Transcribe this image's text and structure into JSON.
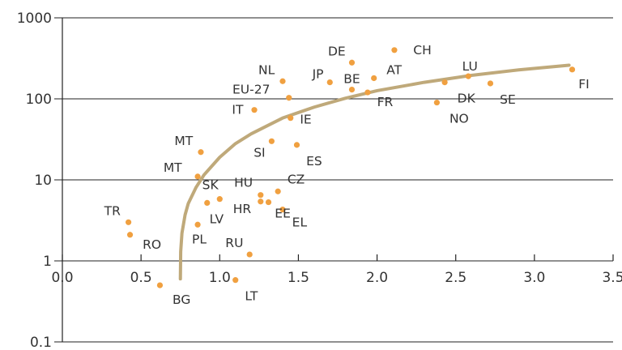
{
  "chart_data": {
    "type": "scatter",
    "title": "",
    "xlabel": "",
    "ylabel": "",
    "y_scale": "log",
    "xlim": [
      0,
      3.5
    ],
    "ylim": [
      0.1,
      1000
    ],
    "x_ticks": [
      {
        "value": 0,
        "label": "0.0"
      },
      {
        "value": 0.5,
        "label": "0.5"
      },
      {
        "value": 1,
        "label": "1.0"
      },
      {
        "value": 1.5,
        "label": "1.5"
      },
      {
        "value": 2,
        "label": "2.0"
      },
      {
        "value": 2.5,
        "label": "2.5"
      },
      {
        "value": 3,
        "label": "3.0"
      },
      {
        "value": 3.5,
        "label": "3.5"
      }
    ],
    "y_ticks": [
      {
        "value": 0.1,
        "label": "0.1"
      },
      {
        "value": 1,
        "label": "1"
      },
      {
        "value": 10,
        "label": "10"
      },
      {
        "value": 100,
        "label": "100"
      },
      {
        "value": 1000,
        "label": "1000"
      }
    ],
    "grid": "horizontal",
    "colors": {
      "points": "#f0a040",
      "trend": "#bfa97a",
      "axis": "#222222",
      "text": "#333333"
    },
    "points": [
      {
        "label": "CH",
        "x": 2.11,
        "y": 400,
        "lx": 0.12,
        "ly": 0.0
      },
      {
        "label": "DE",
        "x": 1.84,
        "y": 280,
        "lx": -0.04,
        "ly": 0.14
      },
      {
        "label": "AT",
        "x": 1.98,
        "y": 180,
        "lx": 0.08,
        "ly": 0.1
      },
      {
        "label": "NL",
        "x": 1.4,
        "y": 165,
        "lx": -0.05,
        "ly": 0.14
      },
      {
        "label": "JP",
        "x": 1.7,
        "y": 160,
        "lx": -0.04,
        "ly": 0.1
      },
      {
        "label": "BE",
        "x": 1.84,
        "y": 130,
        "lx": 0.0,
        "ly": 0.13
      },
      {
        "label": "EU-27",
        "x": 1.44,
        "y": 103,
        "lx": -0.12,
        "ly": 0.1
      },
      {
        "label": "FR",
        "x": 1.94,
        "y": 120,
        "lx": 0.06,
        "ly": -0.12
      },
      {
        "label": "IT",
        "x": 1.22,
        "y": 73,
        "lx": -0.07,
        "ly": 0.0
      },
      {
        "label": "IE",
        "x": 1.45,
        "y": 58,
        "lx": 0.06,
        "ly": -0.02
      },
      {
        "label": "LU",
        "x": 2.58,
        "y": 190,
        "lx": 0.01,
        "ly": 0.12
      },
      {
        "label": "DK",
        "x": 2.43,
        "y": 160,
        "lx": 0.08,
        "ly": -0.2
      },
      {
        "label": "SE",
        "x": 2.72,
        "y": 155,
        "lx": 0.06,
        "ly": -0.2
      },
      {
        "label": "NO",
        "x": 2.38,
        "y": 90,
        "lx": 0.08,
        "ly": -0.2
      },
      {
        "label": "FI",
        "x": 3.24,
        "y": 230,
        "lx": 0.04,
        "ly": -0.18
      },
      {
        "label": "MT",
        "x": 0.88,
        "y": 22,
        "lx": -0.05,
        "ly": 0.14
      },
      {
        "label": "SI",
        "x": 1.33,
        "y": 30,
        "lx": -0.04,
        "ly": -0.14
      },
      {
        "label": "ES",
        "x": 1.49,
        "y": 27,
        "lx": 0.06,
        "ly": -0.2
      },
      {
        "label": "MT",
        "x": 0.86,
        "y": 11,
        "lx": -0.1,
        "ly": 0.11
      },
      {
        "label": "SK",
        "x": 0.92,
        "y": 5.2,
        "lx": 0.02,
        "ly": 0.22
      },
      {
        "label": "HU",
        "x": 1.26,
        "y": 6.5,
        "lx": -0.05,
        "ly": 0.15
      },
      {
        "label": "CZ",
        "x": 1.37,
        "y": 7.2,
        "lx": 0.06,
        "ly": 0.15
      },
      {
        "label": "HR",
        "x": 1.26,
        "y": 5.4,
        "lx": -0.06,
        "ly": -0.09
      },
      {
        "label": "EE",
        "x": 1.31,
        "y": 5.3,
        "lx": 0.04,
        "ly": -0.14
      },
      {
        "label": "EL",
        "x": 1.4,
        "y": 4.3,
        "lx": 0.06,
        "ly": -0.16
      },
      {
        "label": "LV",
        "x": 1.0,
        "y": 5.8,
        "lx": -0.02,
        "ly": -0.25
      },
      {
        "label": "PL",
        "x": 0.86,
        "y": 2.8,
        "lx": 0.01,
        "ly": -0.18
      },
      {
        "label": "TR",
        "x": 0.42,
        "y": 3.0,
        "lx": -0.05,
        "ly": 0.14
      },
      {
        "label": "RO",
        "x": 0.43,
        "y": 2.1,
        "lx": 0.08,
        "ly": -0.12
      },
      {
        "label": "RU",
        "x": 1.19,
        "y": 1.2,
        "lx": -0.04,
        "ly": 0.14
      },
      {
        "label": "BG",
        "x": 0.62,
        "y": 0.5,
        "lx": 0.08,
        "ly": -0.18
      },
      {
        "label": "LT",
        "x": 1.1,
        "y": 0.58,
        "lx": 0.06,
        "ly": -0.2
      }
    ],
    "trend": {
      "x": [
        0.75,
        0.752,
        0.76,
        0.78,
        0.8,
        0.85,
        0.9,
        1.0,
        1.1,
        1.2,
        1.4,
        1.6,
        1.8,
        2.0,
        2.3,
        2.6,
        2.9,
        3.22
      ],
      "y": [
        0.6,
        1.3,
        2.2,
        3.7,
        5.1,
        8.1,
        11.5,
        19,
        28,
        37,
        58,
        79,
        102,
        126,
        160,
        195,
        228,
        260
      ]
    }
  }
}
